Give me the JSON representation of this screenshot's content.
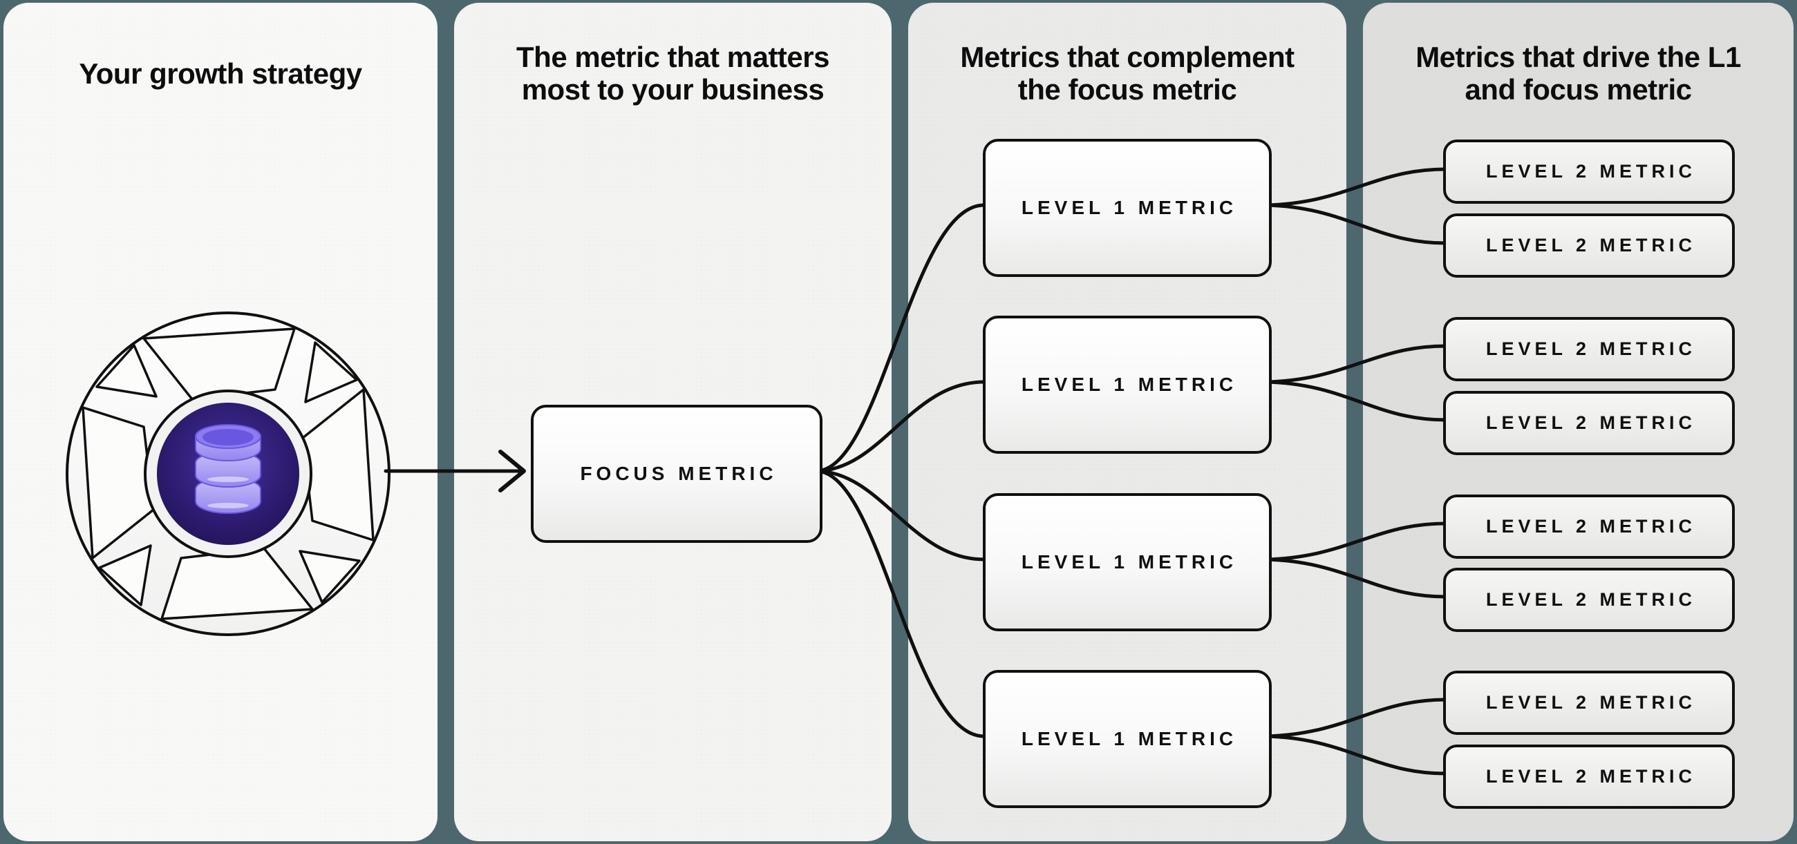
{
  "colors": {
    "background": "#4d676e",
    "ink": "#101010",
    "panel_shades": [
      "#f8f8f7",
      "#f3f3f2",
      "#eaeae9",
      "#dededd"
    ],
    "core_purple_dark": "#221254",
    "core_purple_mid": "#46309c",
    "database_lavender": "#a99df2"
  },
  "panels": [
    {
      "title_lines": [
        "Your growth strategy"
      ]
    },
    {
      "title_lines": [
        "The metric that matters",
        "most to your business"
      ]
    },
    {
      "title_lines": [
        "Metrics that complement",
        "the focus metric"
      ]
    },
    {
      "title_lines": [
        "Metrics that drive the L1",
        "and focus metric"
      ]
    }
  ],
  "nodes": {
    "focus": {
      "label": "FOCUS METRIC"
    },
    "level1": [
      {
        "label": "LEVEL 1 METRIC"
      },
      {
        "label": "LEVEL 1 METRIC"
      },
      {
        "label": "LEVEL 1 METRIC"
      },
      {
        "label": "LEVEL 1 METRIC"
      }
    ],
    "level2": [
      {
        "label": "LEVEL 2 METRIC"
      },
      {
        "label": "LEVEL 2 METRIC"
      },
      {
        "label": "LEVEL 2 METRIC"
      },
      {
        "label": "LEVEL 2 METRIC"
      },
      {
        "label": "LEVEL 2 METRIC"
      },
      {
        "label": "LEVEL 2 METRIC"
      },
      {
        "label": "LEVEL 2 METRIC"
      },
      {
        "label": "LEVEL 2 METRIC"
      }
    ]
  },
  "icons": {
    "flywheel": "growth-flywheel-icon",
    "database": "database-icon",
    "arrow": "right-arrow-icon"
  }
}
